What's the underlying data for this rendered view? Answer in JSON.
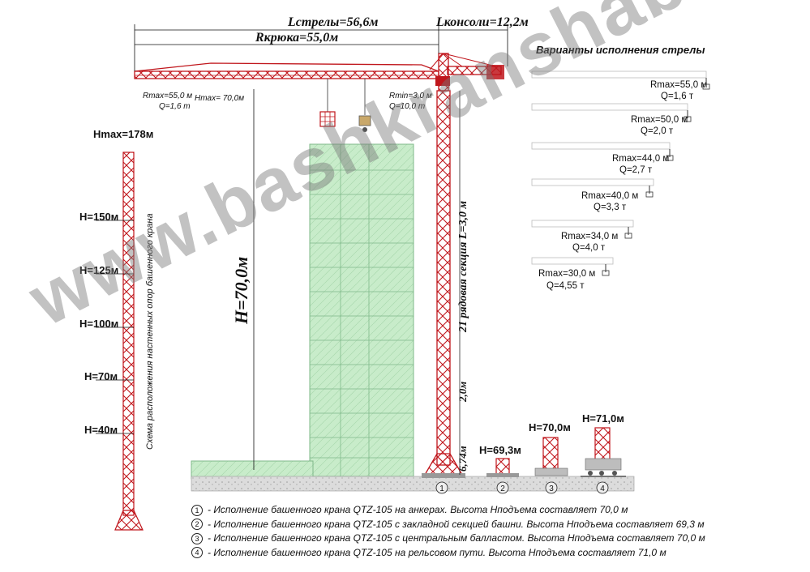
{
  "dimensions": {
    "boom_length": "Lстрелы=56,6м",
    "counter_jib_length": "Lконсоли=12,2м",
    "hook_reach": "Rкрюка=55,0м",
    "rmax_tip": "Rmax=55,0 м",
    "q_tip": "Q=1,6 т",
    "hmax_label": "Hmax= 70,0м",
    "rmin": "Rmin=3,0 м",
    "q_max": "Q=10,0 т",
    "height_main": "H=70,0м",
    "mast_section": "21 рядовая секция L=3,0 м",
    "section_2m": "2,0м",
    "base_height": "6,74м"
  },
  "tower_heights": {
    "hmax": "Hmax=178м",
    "levels": [
      "H=150м",
      "H=125м",
      "H=100м",
      "H=70м",
      "H=40м"
    ],
    "caption": "Схема расположения настенных опор башенного крана"
  },
  "variants": {
    "title": "Варианты исполнения стрелы",
    "items": [
      {
        "r": "Rmax=55,0 м",
        "q": "Q=1,6 т"
      },
      {
        "r": "Rmax=50,0 м",
        "q": "Q=2,0 т"
      },
      {
        "r": "Rmax=44,0 м",
        "q": "Q=2,7 т"
      },
      {
        "r": "Rmax=40,0 м",
        "q": "Q=3,3 т"
      },
      {
        "r": "Rmax=34,0 м",
        "q": "Q=4,0 т"
      },
      {
        "r": "Rmax=30,0 м",
        "q": "Q=4,55 т"
      }
    ]
  },
  "base_options": {
    "labels": [
      "H=69,3м",
      "H=70,0м",
      "H=71,0м"
    ],
    "numbers": [
      "1",
      "2",
      "3",
      "4"
    ]
  },
  "legend": [
    {
      "num": "1",
      "text": "- Исполнение башенного крана QTZ-105 на анкерах. Высота Нподъема составляет 70,0 м"
    },
    {
      "num": "2",
      "text": "- Исполнение башенного крана QTZ-105 с закладной секцией башни. Высота Нподъема составляет  69,3 м"
    },
    {
      "num": "3",
      "text": "- Исполнение башенного крана QTZ-105 с центральным балластом.  Высота Нподъема составляет  70,0 м"
    },
    {
      "num": "4",
      "text": "- Исполнение башенного крана QTZ-105 на рельсовом пути.  Высота Нподъема составляет  71,0 м"
    }
  ],
  "watermark": "www.bashkranshab.ru",
  "colors": {
    "crane": "#c0161c",
    "building": "#bfe8c2",
    "building_line": "#7fb98a",
    "ground": "#d9d9d9"
  }
}
